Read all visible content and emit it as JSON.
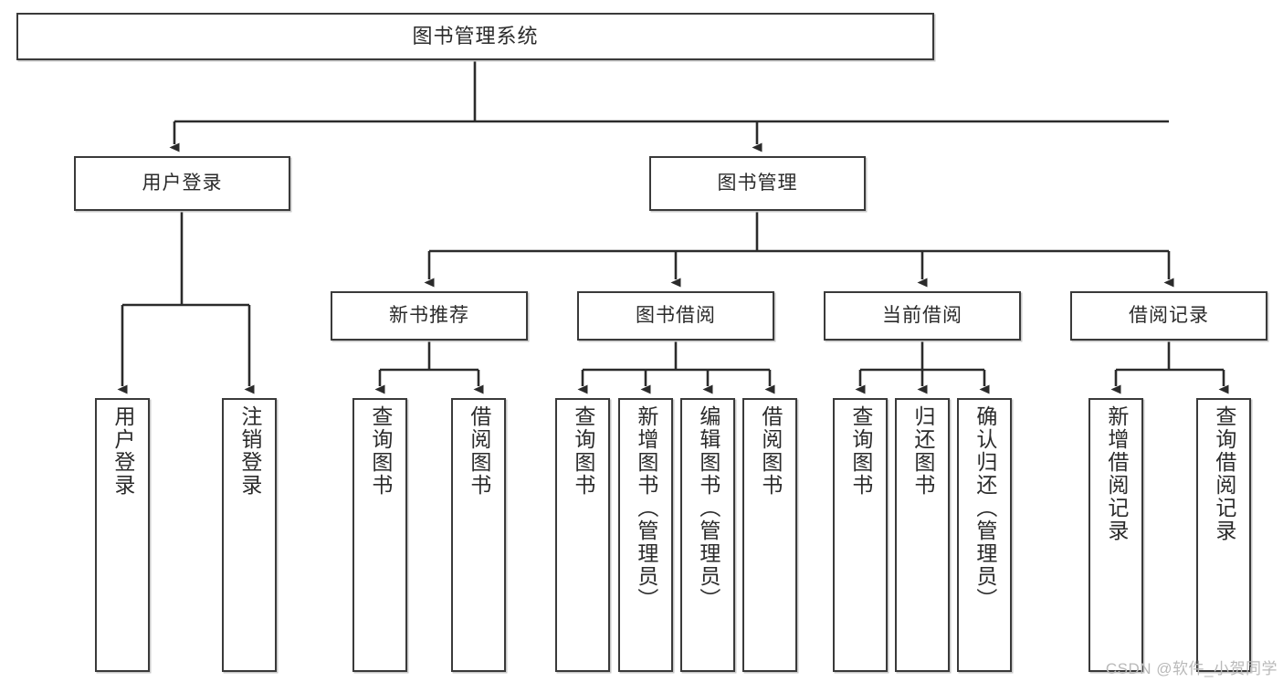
{
  "diagram": {
    "type": "tree-hierarchy-diagram",
    "title": "图书管理系统",
    "colors": {
      "box_border": "#3a3a3a",
      "box_fill": "#ffffff",
      "connector": "#2b2b2b",
      "background": "#ffffff",
      "watermark": "#b9b9b9"
    },
    "root": {
      "label": "图书管理系统"
    },
    "level2": [
      {
        "label": "用户登录"
      },
      {
        "label": "图书管理"
      }
    ],
    "level3": [
      {
        "label": "新书推荐"
      },
      {
        "label": "图书借阅"
      },
      {
        "label": "当前借阅"
      },
      {
        "label": "借阅记录"
      }
    ],
    "leaves": {
      "user_login": [
        {
          "label": "用户登录"
        },
        {
          "label": "注销登录"
        }
      ],
      "new_book_recommend": [
        {
          "label": "查询图书"
        },
        {
          "label": "借阅图书"
        }
      ],
      "book_borrow": [
        {
          "label": "查询图书"
        },
        {
          "label": "新增图书（管理员）"
        },
        {
          "label": "编辑图书（管理员）"
        },
        {
          "label": "借阅图书"
        }
      ],
      "current_borrow": [
        {
          "label": "查询图书"
        },
        {
          "label": "归还图书"
        },
        {
          "label": "确认归还（管理员）"
        }
      ],
      "borrow_record": [
        {
          "label": "新增借阅记录"
        },
        {
          "label": "查询借阅记录"
        }
      ]
    },
    "watermark": "CSDN @软件_小贺同学"
  }
}
